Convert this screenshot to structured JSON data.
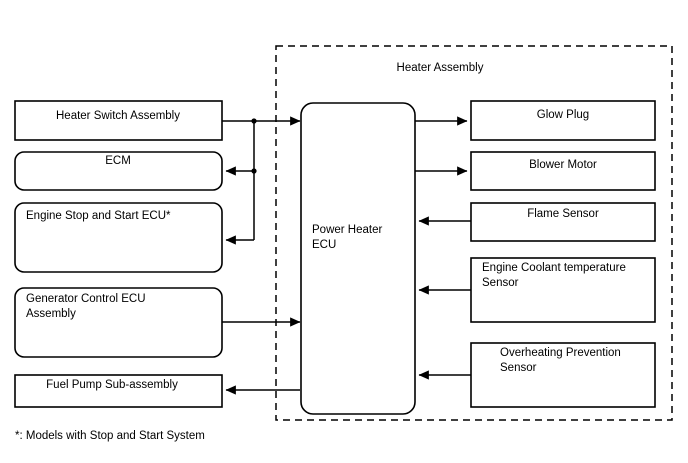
{
  "diagram": {
    "title": "Heater Assembly",
    "footnote": "*: Models with Stop and Start System",
    "colors": {
      "stroke": "#000000",
      "fill": "#ffffff",
      "background": "#ffffff"
    },
    "group": {
      "label": "Heater Assembly",
      "border_style": "dashed"
    },
    "center_node": {
      "label_line1": "Power Heater",
      "label_line2": "ECU",
      "shape": "rounded-rect"
    },
    "left_nodes": [
      {
        "label": "Heater Switch Assembly",
        "shape": "rect",
        "align": "center",
        "direction": "to-ecu"
      },
      {
        "label": "ECM",
        "shape": "rounded-rect",
        "align": "center",
        "direction": "from-ecu"
      },
      {
        "label": "Engine Stop and Start ECU*",
        "shape": "rounded-rect",
        "align": "left",
        "direction": "from-ecu"
      },
      {
        "label_line1": "Generator Control ECU",
        "label_line2": "Assembly",
        "shape": "rounded-rect",
        "align": "left",
        "direction": "to-ecu"
      },
      {
        "label": "Fuel Pump Sub-assembly",
        "shape": "rect",
        "align": "center",
        "direction": "from-ecu"
      }
    ],
    "right_nodes": [
      {
        "label": "Glow Plug",
        "shape": "rect",
        "align": "center",
        "direction": "from-ecu"
      },
      {
        "label": "Blower Motor",
        "shape": "rect",
        "align": "center",
        "direction": "from-ecu"
      },
      {
        "label": "Flame Sensor",
        "shape": "rect",
        "align": "center",
        "direction": "to-ecu"
      },
      {
        "label_line1": "Engine Coolant temperature",
        "label_line2": "Sensor",
        "shape": "rect",
        "align": "left",
        "direction": "to-ecu"
      },
      {
        "label_line1": "Overheating Prevention",
        "label_line2": "Sensor",
        "shape": "rect",
        "align": "left",
        "direction": "to-ecu"
      }
    ]
  }
}
